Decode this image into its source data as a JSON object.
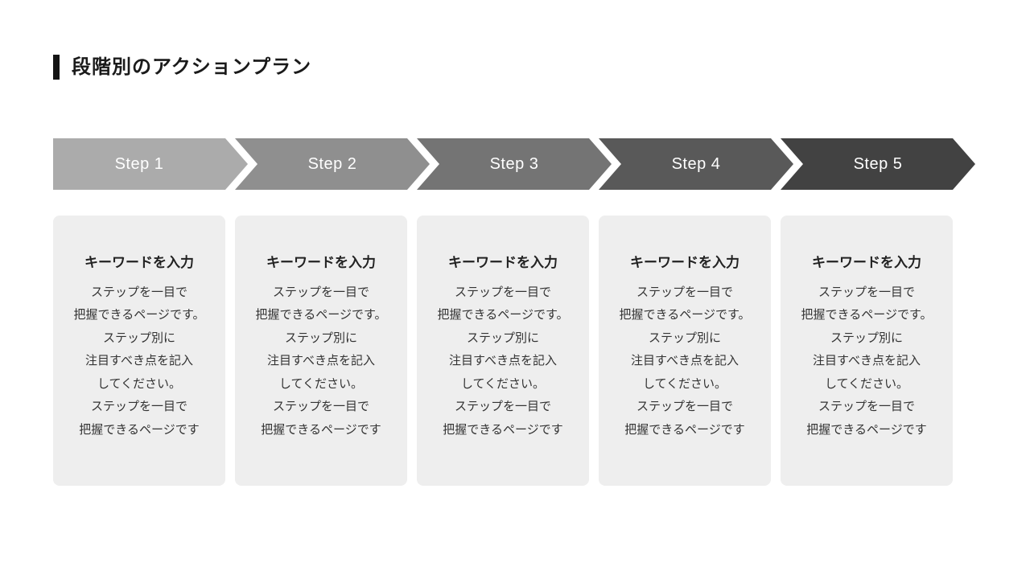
{
  "slide": {
    "title": "段階別のアクションプラン"
  },
  "colors": {
    "title_accent": "#141414",
    "card_background": "#EEEEEE",
    "arrow_label_text": "#FFFFFF",
    "page_background": "#FFFFFF"
  },
  "steps": [
    {
      "label": "Step 1",
      "arrow_color": "#ABABAB",
      "card": {
        "heading": "キーワードを入力",
        "body": "ステップを一目で\n把握できるページです。\nステップ別に\n注目すべき点を記入\nしてください。\nステップを一目で\n把握できるページです"
      }
    },
    {
      "label": "Step 2",
      "arrow_color": "#8F8F8F",
      "card": {
        "heading": "キーワードを入力",
        "body": "ステップを一目で\n把握できるページです。\nステップ別に\n注目すべき点を記入\nしてください。\nステップを一目で\n把握できるページです"
      }
    },
    {
      "label": "Step 3",
      "arrow_color": "#747474",
      "card": {
        "heading": "キーワードを入力",
        "body": "ステップを一目で\n把握できるページです。\nステップ別に\n注目すべき点を記入\nしてください。\nステップを一目で\n把握できるページです"
      }
    },
    {
      "label": "Step 4",
      "arrow_color": "#595959",
      "card": {
        "heading": "キーワードを入力",
        "body": "ステップを一目で\n把握できるページです。\nステップ別に\n注目すべき点を記入\nしてください。\nステップを一目で\n把握できるページです"
      }
    },
    {
      "label": "Step 5",
      "arrow_color": "#424242",
      "card": {
        "heading": "キーワードを入力",
        "body": "ステップを一目で\n把握できるページです。\nステップ別に\n注目すべき点を記入\nしてください。\nステップを一目で\n把握できるページです"
      }
    }
  ]
}
